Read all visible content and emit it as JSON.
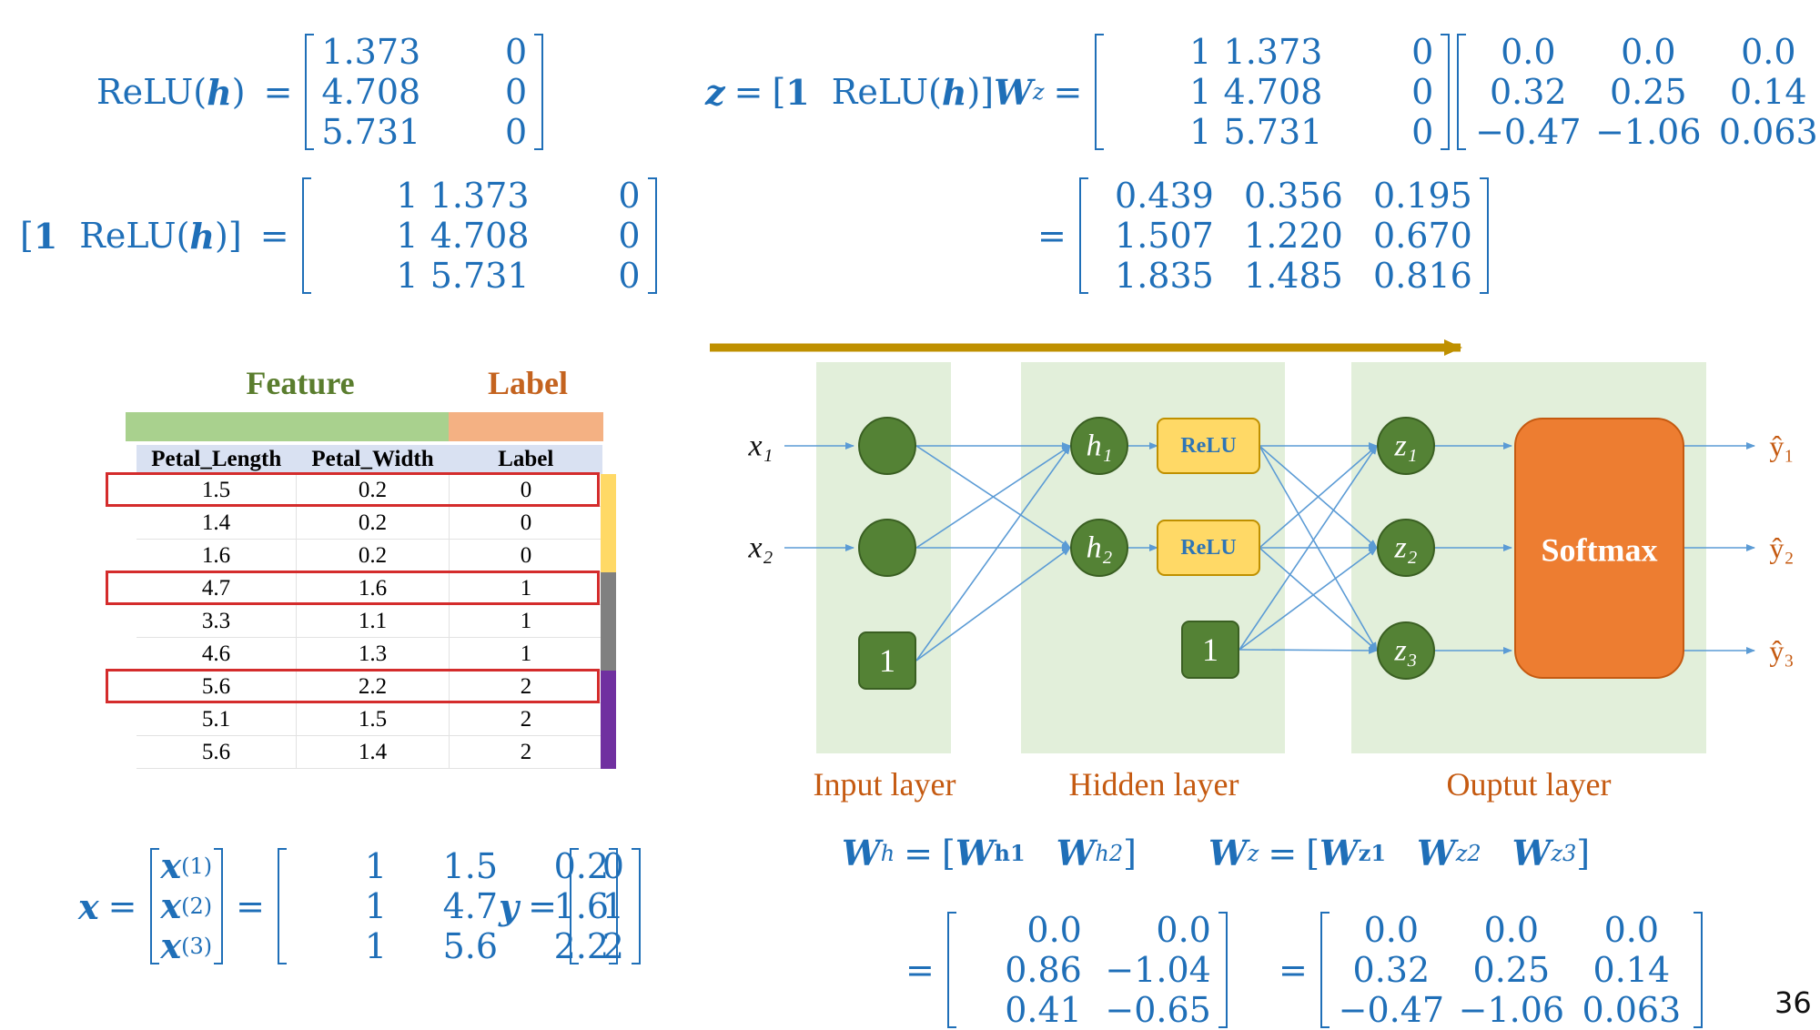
{
  "eq_relu": {
    "lhs_func": "ReLU(",
    "lhs_var": "h",
    "lhs_close": ")",
    "equals": "=",
    "matrix": [
      [
        "1.373",
        "0"
      ],
      [
        "4.708",
        "0"
      ],
      [
        "5.731",
        "0"
      ]
    ]
  },
  "eq_bias": {
    "lhs_open": "[",
    "lhs_one": "1",
    "lhs_func": "ReLU(",
    "lhs_var": "h",
    "lhs_close": ")]",
    "equals": "=",
    "matrix": [
      [
        "1",
        "1.373",
        "0"
      ],
      [
        "1",
        "4.708",
        "0"
      ],
      [
        "1",
        "5.731",
        "0"
      ]
    ]
  },
  "eq_z": {
    "lhs_var": "z",
    "equals1": "=",
    "open": "[",
    "one": "1",
    "func": "ReLU(",
    "var_h": "h",
    "close": ")]",
    "var_w": "W",
    "sub": "z",
    "equals2": "=",
    "matrix_a": [
      [
        "1",
        "1.373",
        "0"
      ],
      [
        "1",
        "4.708",
        "0"
      ],
      [
        "1",
        "5.731",
        "0"
      ]
    ],
    "matrix_b": [
      [
        "0.0",
        "0.0",
        "0.0"
      ],
      [
        "0.32",
        "0.25",
        "0.14"
      ],
      [
        "−0.47",
        "−1.06",
        "0.063"
      ]
    ],
    "equals3": "=",
    "result": [
      [
        "0.439",
        "0.356",
        "0.195"
      ],
      [
        "1.507",
        "1.220",
        "0.670"
      ],
      [
        "1.835",
        "1.485",
        "0.816"
      ]
    ]
  },
  "table": {
    "feature_label": "Feature",
    "label_label": "Label",
    "headers": [
      "Petal_Length",
      "Petal_Width",
      "Label"
    ],
    "rows": [
      [
        "1.5",
        "0.2",
        "0"
      ],
      [
        "1.4",
        "0.2",
        "0"
      ],
      [
        "1.6",
        "0.2",
        "0"
      ],
      [
        "4.7",
        "1.6",
        "1"
      ],
      [
        "3.3",
        "1.1",
        "1"
      ],
      [
        "4.6",
        "1.3",
        "1"
      ],
      [
        "5.6",
        "2.2",
        "2"
      ],
      [
        "5.1",
        "1.5",
        "2"
      ],
      [
        "5.6",
        "1.4",
        "2"
      ]
    ],
    "highlighted_rows": [
      0,
      3,
      6
    ],
    "class_colors": [
      "#ffd966",
      "#808080",
      "#7030a0"
    ],
    "feature_bar_color": "#a9d18e",
    "label_bar_color": "#f4b183",
    "highlight_color": "#d42c2c"
  },
  "eq_x": {
    "lhs_var": "x",
    "equals": "=",
    "vector": [
      "x(1)",
      "x(2)",
      "x(3)"
    ],
    "vector_base": "x",
    "vector_sups": [
      "(1)",
      "(2)",
      "(3)"
    ],
    "equals2": "=",
    "matrix": [
      [
        "1",
        "1.5",
        "0.2"
      ],
      [
        "1",
        "4.7",
        "1.6"
      ],
      [
        "1",
        "5.6",
        "2.2"
      ]
    ]
  },
  "eq_y": {
    "lhs_var": "y",
    "equals": "=",
    "vector": [
      [
        "0"
      ],
      [
        "1"
      ],
      [
        "2"
      ]
    ]
  },
  "network": {
    "inputs": [
      "x₁",
      "x₂"
    ],
    "bias": "1",
    "hidden_nodes": [
      "h₁",
      "h₂"
    ],
    "relu_label": "ReLU",
    "output_nodes": [
      "z₁",
      "z₂",
      "z₃"
    ],
    "softmax_label": "Softmax",
    "outputs": [
      "ŷ₁",
      "ŷ₂",
      "ŷ₃"
    ],
    "layer_labels": [
      "Input layer",
      "Hidden layer",
      "Ouptut layer"
    ],
    "colors": {
      "node_fill": "#548235",
      "layer_bg": "#e2efda",
      "relu_fill": "#ffd966",
      "relu_text": "#2e75b6",
      "softmax_fill": "#ed7d31",
      "edge": "#5b9bd5",
      "arrow": "#bf9000",
      "layer_label": "#c55a11",
      "output_label": "#c55a11"
    }
  },
  "eq_wh": {
    "lhs": "W",
    "lhs_sub": "h",
    "equals": "=",
    "rhs_parts": [
      {
        "base": "W",
        "sub": "h1"
      },
      {
        "base": "W",
        "sub": "h2"
      }
    ],
    "equals2": "=",
    "matrix": [
      [
        "0.0",
        "0.0"
      ],
      [
        "0.86",
        "−1.04"
      ],
      [
        "0.41",
        "−0.65"
      ]
    ]
  },
  "eq_wz": {
    "lhs": "W",
    "lhs_sub": "z",
    "equals": "=",
    "rhs_parts": [
      {
        "base": "W",
        "sub": "z1"
      },
      {
        "base": "W",
        "sub": "z2"
      },
      {
        "base": "W",
        "sub": "z3"
      }
    ],
    "equals2": "=",
    "matrix": [
      [
        "0.0",
        "0.0",
        "0.0"
      ],
      [
        "0.32",
        "0.25",
        "0.14"
      ],
      [
        "−0.47",
        "−1.06",
        "0.063"
      ]
    ]
  },
  "page_number": "36"
}
